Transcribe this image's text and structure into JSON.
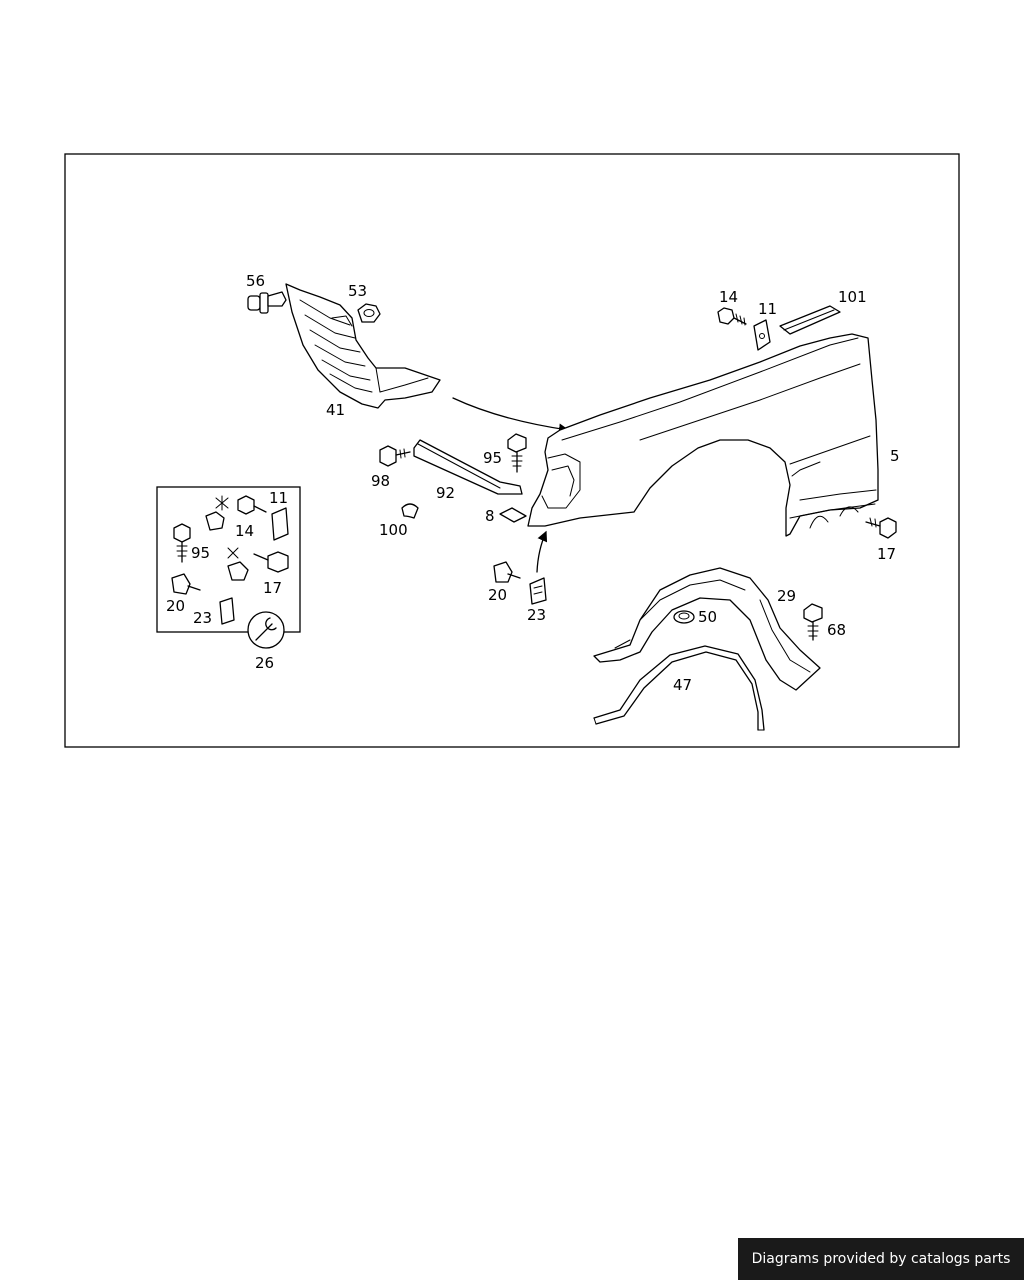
{
  "callouts": [
    {
      "id": "56",
      "text": "56"
    },
    {
      "id": "53",
      "text": "53"
    },
    {
      "id": "41",
      "text": "41"
    },
    {
      "id": "14a",
      "text": "14"
    },
    {
      "id": "11a",
      "text": "11"
    },
    {
      "id": "101",
      "text": "101"
    },
    {
      "id": "5",
      "text": "5"
    },
    {
      "id": "98",
      "text": "98"
    },
    {
      "id": "95a",
      "text": "95"
    },
    {
      "id": "92",
      "text": "92"
    },
    {
      "id": "100",
      "text": "100"
    },
    {
      "id": "8",
      "text": "8"
    },
    {
      "id": "17a",
      "text": "17"
    },
    {
      "id": "20a",
      "text": "20"
    },
    {
      "id": "23a",
      "text": "23"
    },
    {
      "id": "29",
      "text": "29"
    },
    {
      "id": "50",
      "text": "50"
    },
    {
      "id": "68",
      "text": "68"
    },
    {
      "id": "47",
      "text": "47"
    },
    {
      "id": "11b",
      "text": "11"
    },
    {
      "id": "14b",
      "text": "14"
    },
    {
      "id": "95b",
      "text": "95"
    },
    {
      "id": "17b",
      "text": "17"
    },
    {
      "id": "20b",
      "text": "20"
    },
    {
      "id": "23b",
      "text": "23"
    },
    {
      "id": "26",
      "text": "26"
    }
  ],
  "footer": {
    "text": "Diagrams provided by catalogs parts"
  }
}
